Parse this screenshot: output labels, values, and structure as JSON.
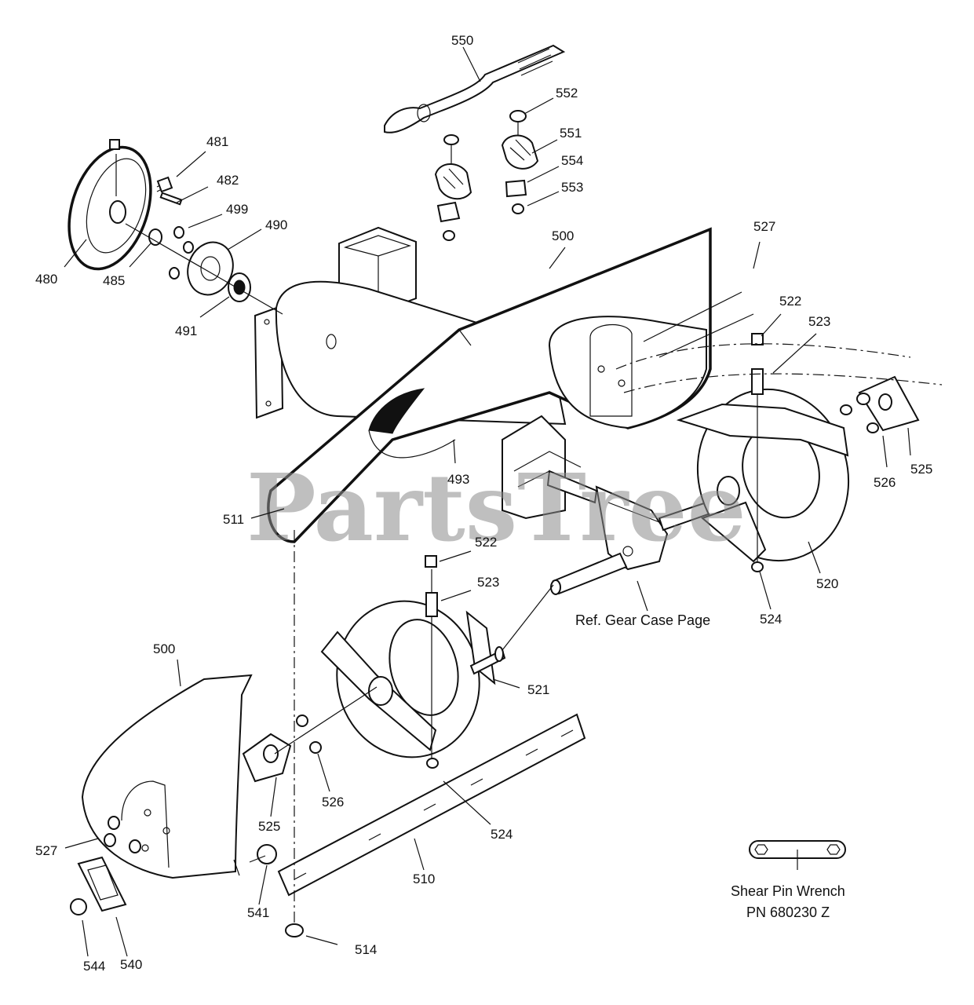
{
  "watermark": "PartsTree",
  "part_labels": {
    "p550": "550",
    "p552": "552",
    "p551": "551",
    "p554": "554",
    "p553": "553",
    "p481": "481",
    "p482": "482",
    "p499": "499",
    "p490": "490",
    "p480": "480",
    "p485": "485",
    "p491": "491",
    "p500a": "500",
    "p527a": "527",
    "p522a": "522",
    "p523a": "523",
    "p525a": "525",
    "p526a": "526",
    "p493": "493",
    "p511": "511",
    "p520": "520",
    "p524a": "524",
    "p522b": "522",
    "p523b": "523",
    "p521": "521",
    "p500b": "500",
    "p526b": "526",
    "p525b": "525",
    "p524b": "524",
    "p527b": "527",
    "p510": "510",
    "p541": "541",
    "p514": "514",
    "p544": "544",
    "p540": "540"
  },
  "notes": {
    "gear_case_ref": "Ref. Gear Case Page",
    "wrench_name": "Shear Pin Wrench",
    "wrench_pn": "PN 680230 Z"
  }
}
